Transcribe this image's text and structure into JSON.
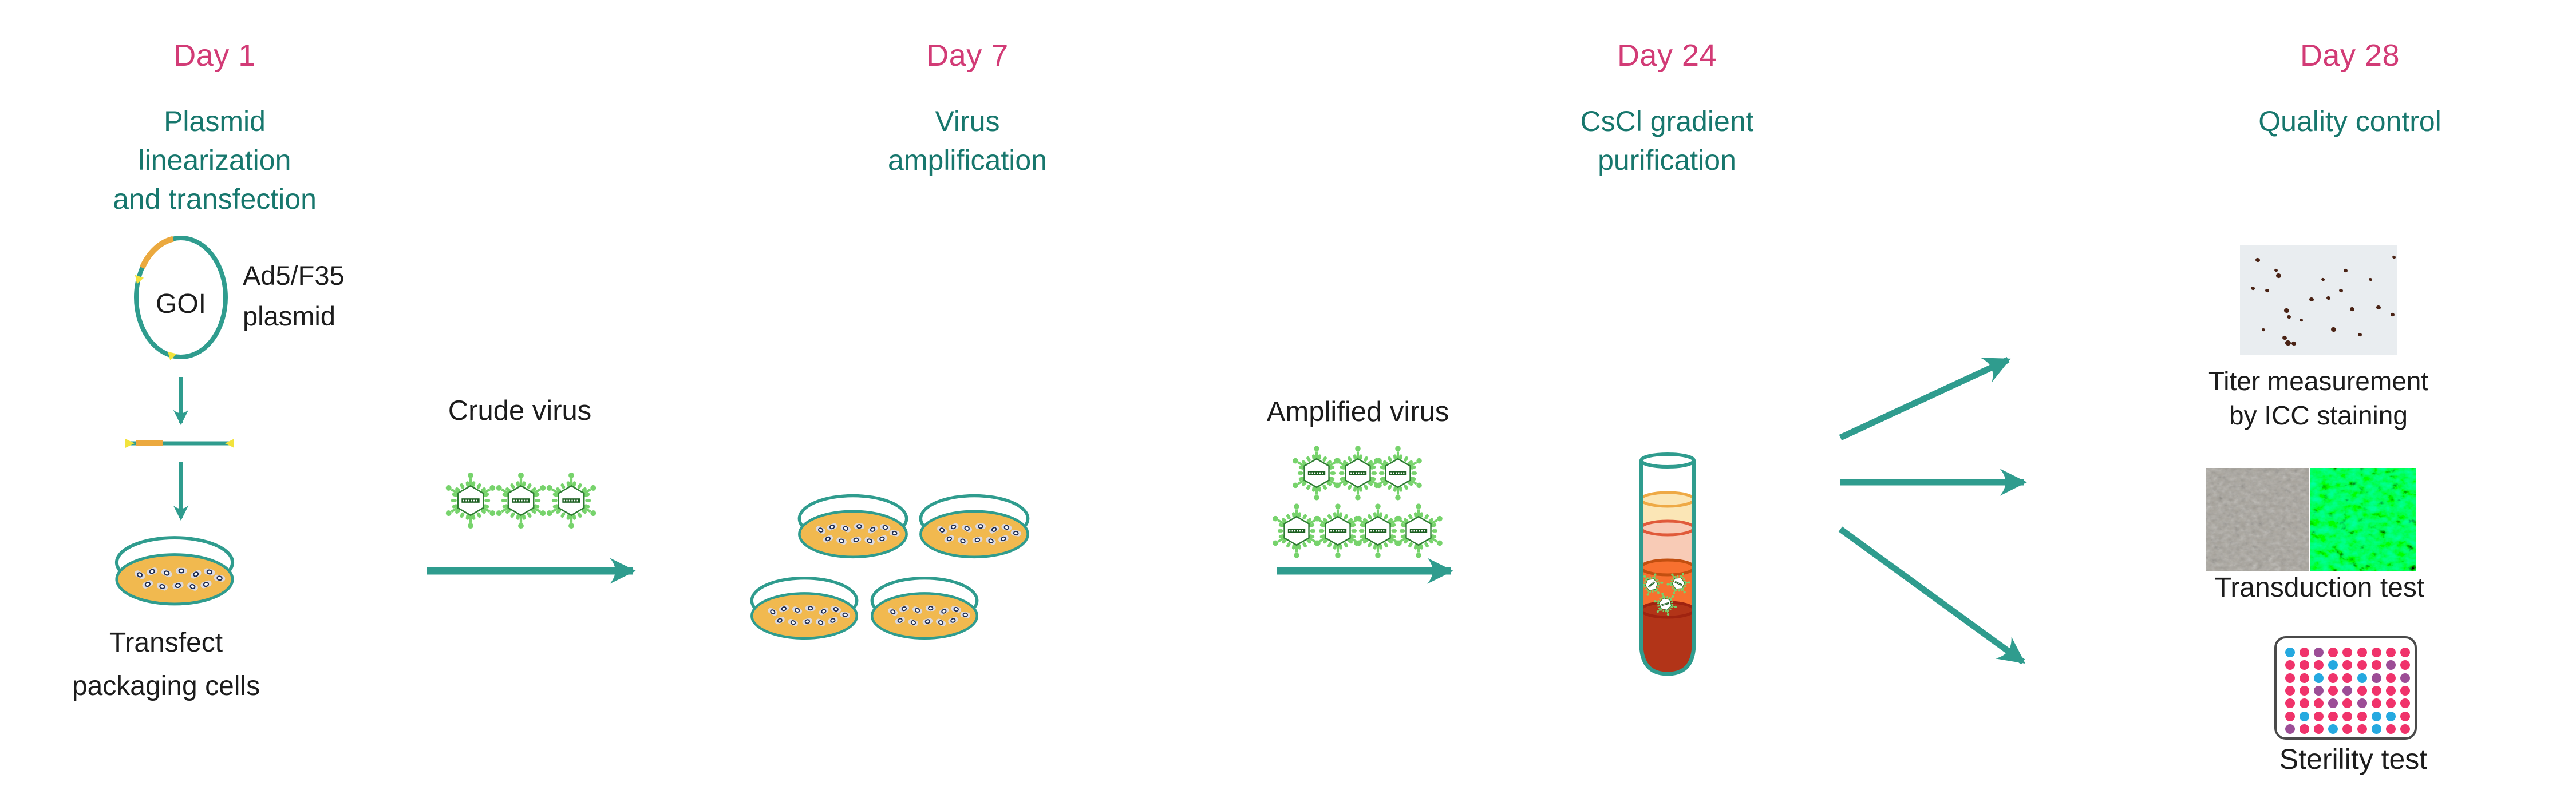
{
  "columns": [
    {
      "day": "Day 1",
      "title_lines": [
        "Plasmid linearization",
        "and transfection"
      ]
    },
    {
      "day": "Day 7",
      "title_lines": [
        "Virus amplification"
      ]
    },
    {
      "day": "Day 24",
      "title_lines": [
        "CsCl gradient",
        "purification"
      ]
    },
    {
      "day": "Day 28",
      "title_lines": [
        "Quality control"
      ]
    }
  ],
  "step1": {
    "plasmid_insert_label": "GOI",
    "plasmid_name_lines": [
      "Ad5/F35",
      "plasmid"
    ],
    "dish_caption_lines": [
      "Transfect",
      "packaging cells"
    ]
  },
  "flow": {
    "crude_virus_label": "Crude virus",
    "amplified_virus_label": "Amplified virus"
  },
  "qc": {
    "titer_caption_lines": [
      "Titer measurement",
      "by ICC staining"
    ],
    "transduction_caption": "Transduction test",
    "sterility_caption": "Sterility test"
  },
  "colors": {
    "teal": "#2F9C8E",
    "teal_dark": "#17776D",
    "pink": "#D23B76",
    "ink": "#1c1c1c",
    "dish_fill": "#F1B94F",
    "virus_green": "#77D36C",
    "virus_outline": "#2E7D32",
    "dna_green": "#1B5E20",
    "orange_arc": "#EBA93F",
    "yellow": "#F2E33C",
    "tube_layers": {
      "empty": "#FFFFFF",
      "yellow_fill": "#FBE6B6",
      "yellow_edge": "#EEA945",
      "salmon_fill": "#F8CBB6",
      "salmon_edge": "#E05A3A",
      "orange_fill": "#F7702F",
      "orange_edge": "#C24F10",
      "red_fill": "#B23418",
      "red_edge": "#9F2310"
    }
  },
  "sterility_plate": {
    "rows": 7,
    "cols": 9,
    "grid": [
      "BPUPPPPPP",
      "PPPBPPPUP",
      "PPBPPBUPU",
      "PPUPUPPPP",
      "PPPUPUPPP",
      "PBPPPPBBP",
      "UPPBPPBPP"
    ],
    "well_colors": {
      "P": "#F0336B",
      "B": "#25A9E0",
      "U": "#9C4D96"
    }
  },
  "icc_dots": [
    [
      7,
      38,
      7
    ],
    [
      10,
      12,
      8
    ],
    [
      22,
      22,
      6
    ],
    [
      23,
      26,
      9
    ],
    [
      28,
      58,
      9
    ],
    [
      30,
      64,
      7
    ],
    [
      14,
      76,
      6
    ],
    [
      27,
      83,
      8
    ],
    [
      29,
      87,
      10
    ],
    [
      33,
      88,
      8
    ],
    [
      38,
      67,
      6
    ],
    [
      44,
      48,
      8
    ],
    [
      52,
      30,
      6
    ],
    [
      55,
      47,
      7
    ],
    [
      58,
      75,
      9
    ],
    [
      63,
      40,
      7
    ],
    [
      66,
      22,
      7
    ],
    [
      70,
      57,
      8
    ],
    [
      75,
      80,
      7
    ],
    [
      82,
      30,
      6
    ],
    [
      87,
      55,
      8
    ],
    [
      97,
      10,
      6
    ],
    [
      96,
      62,
      7
    ],
    [
      16,
      40,
      7
    ]
  ]
}
